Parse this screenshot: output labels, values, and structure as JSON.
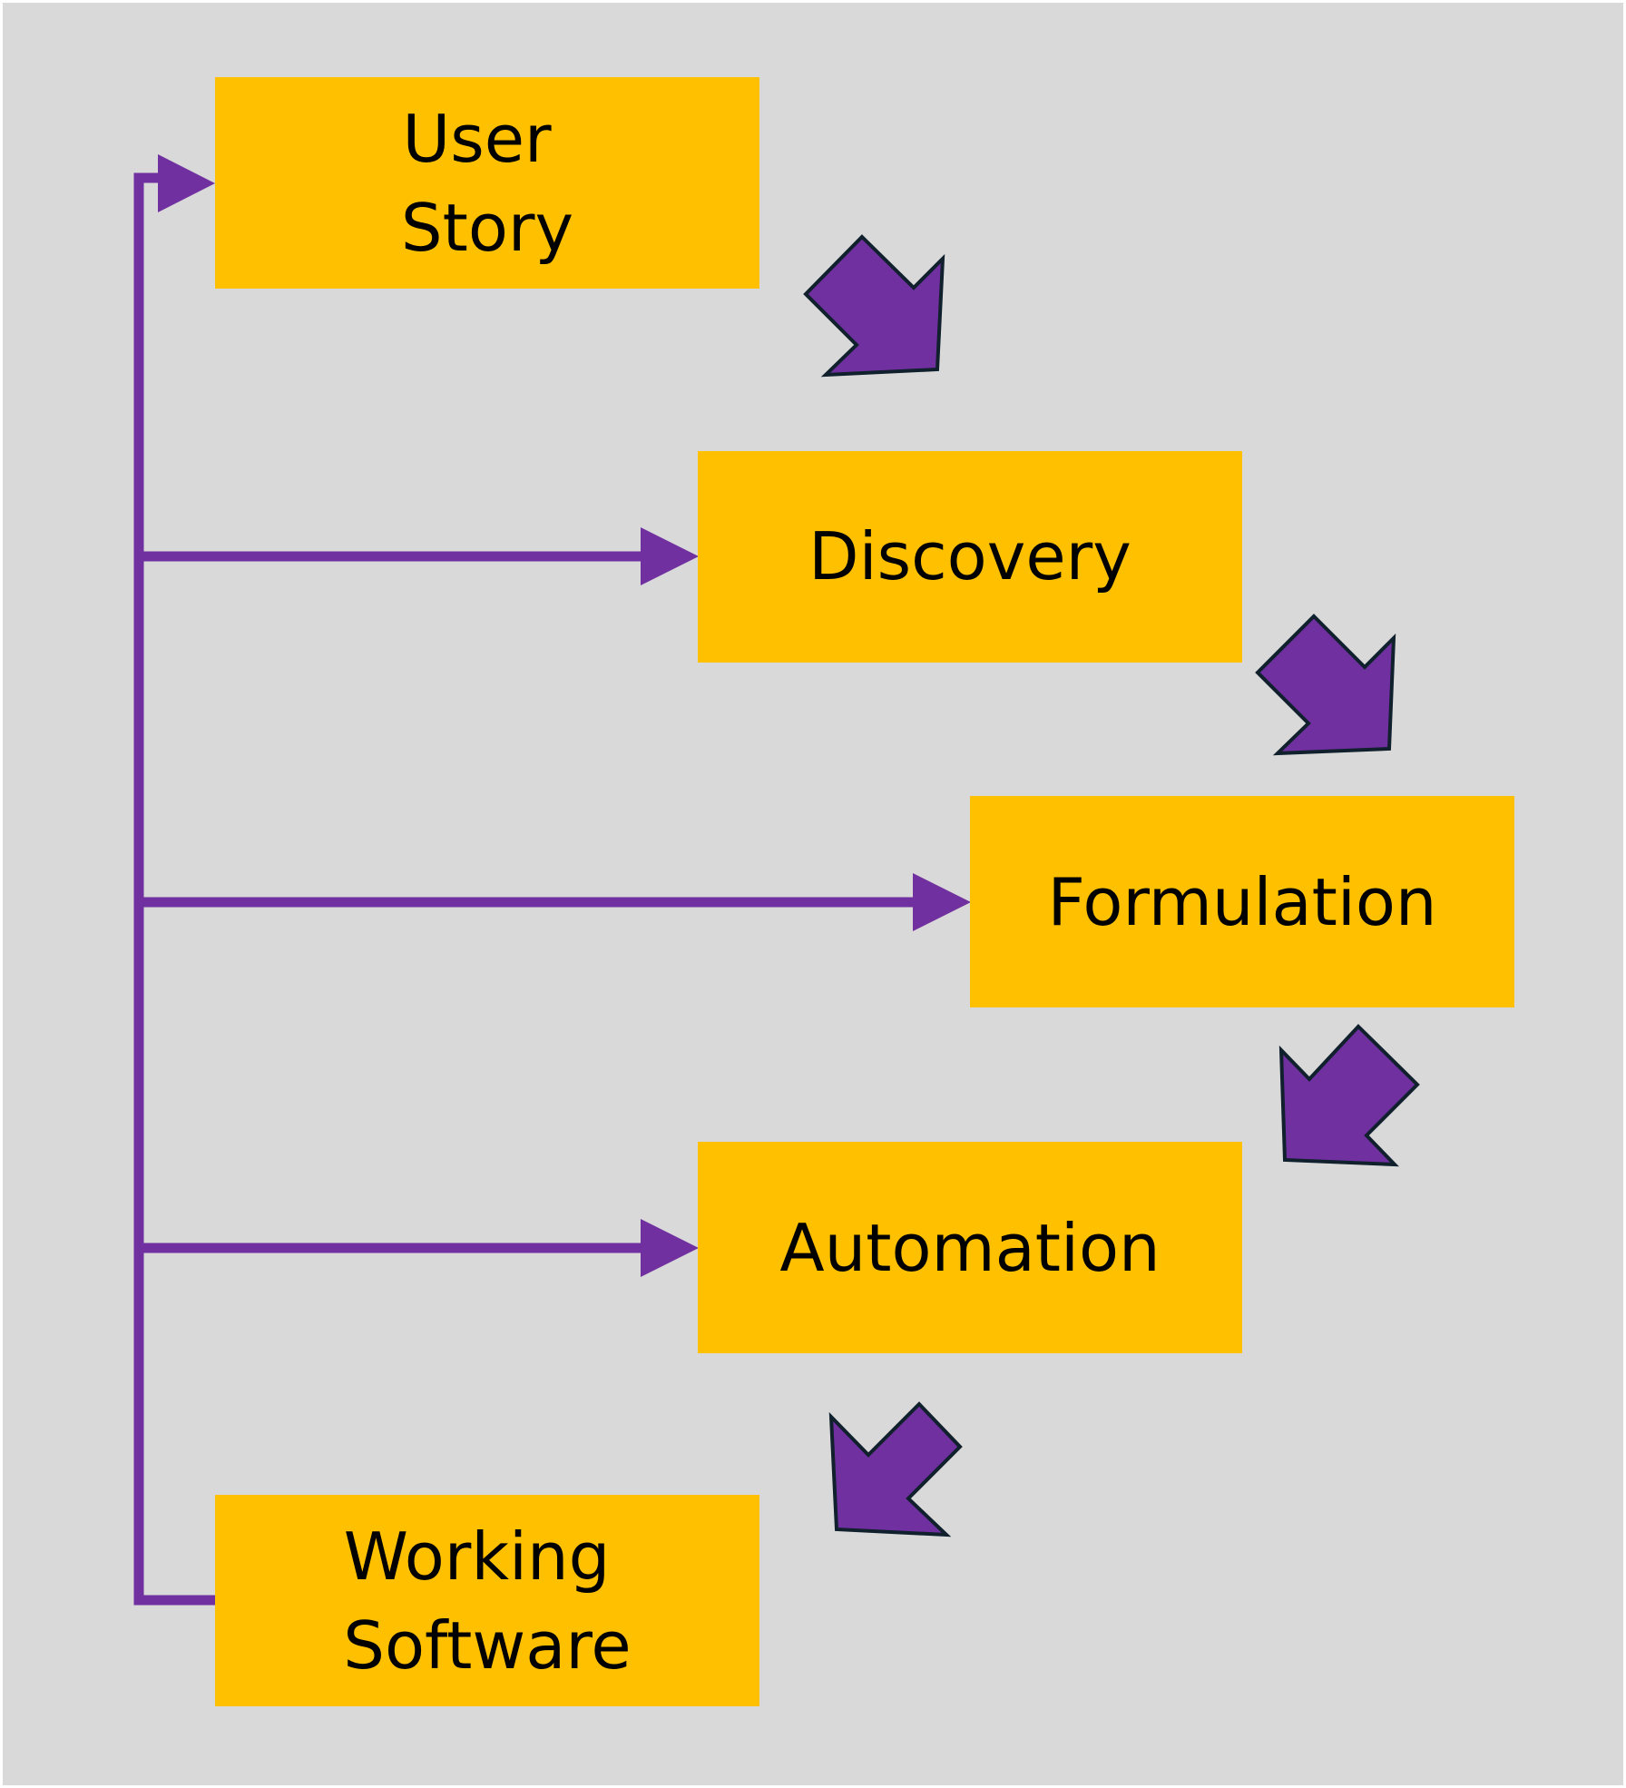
{
  "colors": {
    "background": "#d9d9d9",
    "box_fill": "#ffc000",
    "arrow": "#7030a0",
    "arrow_outline": "#10202c",
    "text": "#000000"
  },
  "steps": [
    {
      "id": "user-story",
      "lines": [
        "User",
        "Story"
      ]
    },
    {
      "id": "discovery",
      "lines": [
        "Discovery"
      ]
    },
    {
      "id": "formulation",
      "lines": [
        "Formulation"
      ]
    },
    {
      "id": "automation",
      "lines": [
        "Automation"
      ]
    },
    {
      "id": "working-software",
      "lines": [
        "Working",
        "Software"
      ]
    }
  ],
  "flow_arrows": [
    {
      "from": "user-story",
      "to": "discovery",
      "icon": "down-right-block-arrow-icon"
    },
    {
      "from": "discovery",
      "to": "formulation",
      "icon": "down-right-block-arrow-icon"
    },
    {
      "from": "formulation",
      "to": "automation",
      "icon": "down-left-block-arrow-icon"
    },
    {
      "from": "automation",
      "to": "working-software",
      "icon": "down-left-block-arrow-icon"
    }
  ],
  "feedback_loop": {
    "from": "working-software",
    "targets": [
      "user-story",
      "discovery",
      "formulation",
      "automation"
    ]
  }
}
